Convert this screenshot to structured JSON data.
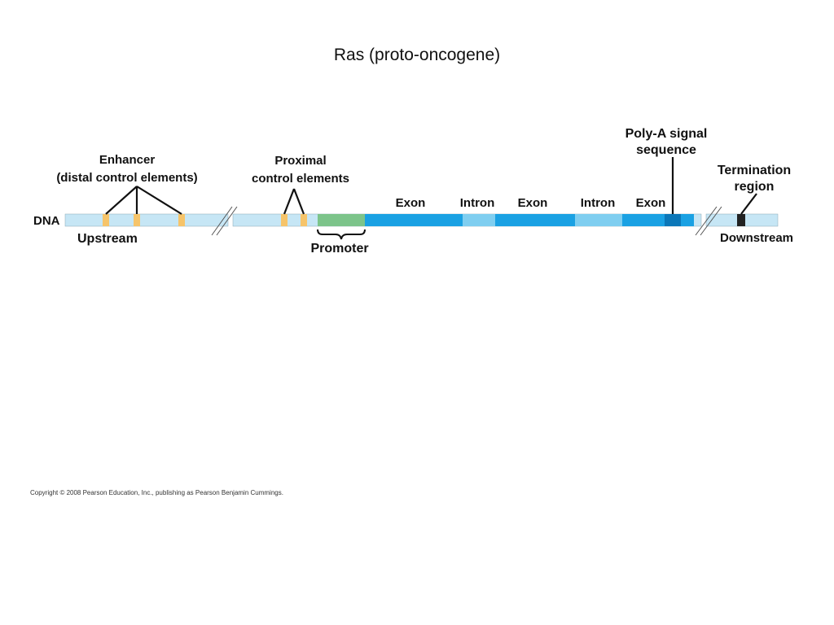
{
  "title": "Ras (proto-oncogene)",
  "labels": {
    "enhancer_line1": "Enhancer",
    "enhancer_line2": "(distal control elements)",
    "proximal_line1": "Proximal",
    "proximal_line2": "control elements",
    "exon": "Exon",
    "intron": "Intron",
    "polya_line1": "Poly-A signal",
    "polya_line2": "sequence",
    "termination_line1": "Termination",
    "termination_line2": "region",
    "dna": "DNA",
    "upstream": "Upstream",
    "promoter": "Promoter",
    "downstream": "Downstream"
  },
  "colors": {
    "dna_strand": "#c6e6f5",
    "control_element": "#f6c46a",
    "promoter": "#7cc48a",
    "exon": "#1aa1e3",
    "intron": "#7fcef0",
    "polya_signal": "#0b77b8",
    "termination": "#222222"
  },
  "copyright": "Copyright © 2008 Pearson Education, Inc., publishing as Pearson Benjamin Cummings."
}
